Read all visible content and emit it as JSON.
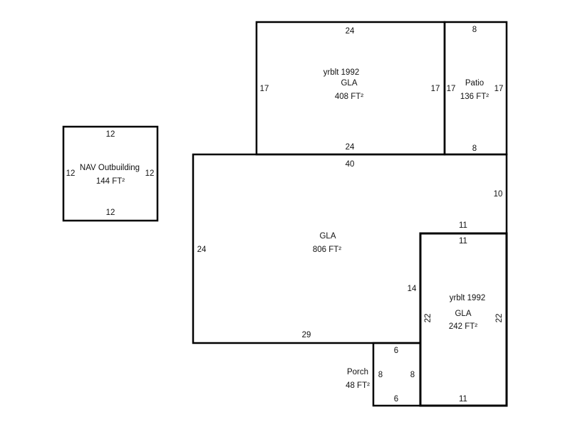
{
  "areas": {
    "upper_gla": {
      "year": "yrblt 1992",
      "name": "GLA",
      "size": "408 FT²",
      "top": "24",
      "bottom": "24",
      "left": "17",
      "right": "17"
    },
    "patio": {
      "name": "Patio",
      "size": "136 FT²",
      "top": "8",
      "bottom": "8",
      "left": "17",
      "right": "17"
    },
    "main_gla": {
      "name": "GLA",
      "size": "806 FT²",
      "top": "40",
      "left": "24",
      "right": "10",
      "notch_top": "11",
      "notch_side": "14",
      "bottom": "29"
    },
    "right_gla": {
      "year": "yrblt 1992",
      "name": "GLA",
      "size": "242 FT²",
      "top": "11",
      "bottom": "11",
      "left": "22",
      "right": "22"
    },
    "porch": {
      "name": "Porch",
      "size": "48 FT²",
      "top": "6",
      "bottom": "6",
      "left": "8",
      "right": "8"
    },
    "outbuilding": {
      "name": "NAV Outbuilding",
      "size": "144 FT²",
      "top": "12",
      "bottom": "12",
      "left": "12",
      "right": "12"
    }
  }
}
